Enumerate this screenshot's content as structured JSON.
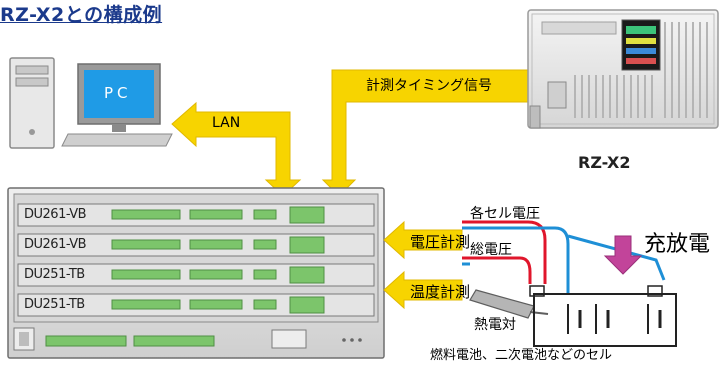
{
  "title": "RZ-X2との構成例",
  "pc": {
    "screen_label": "PC"
  },
  "arrows": {
    "lan_label": "LAN",
    "timing_signal_label": "計測タイミング信号",
    "voltage_measure_label": "電圧計測",
    "temperature_measure_label": "温度計測",
    "charge_discharge_label": "充放電"
  },
  "device": {
    "name": "RZ-X2"
  },
  "modules": [
    {
      "label": "DU261-VB"
    },
    {
      "label": "DU261-VB"
    },
    {
      "label": "DU251-TB"
    },
    {
      "label": "DU251-TB"
    }
  ],
  "wiring": {
    "cell_voltage_label": "各セル電圧",
    "total_voltage_label": "総電圧",
    "thermocouple_label": "熱電対",
    "cell_caption": "燃料電池、二次電池などのセル"
  },
  "colors": {
    "title": "#1b3a8c",
    "arrow_yellow": "#f7d400",
    "charge_arrow": "#c2449a",
    "wire_red": "#e0162b",
    "wire_blue": "#1e8fd6",
    "chassis": "#dcdcdc",
    "connector_green": "#7cc56b"
  }
}
